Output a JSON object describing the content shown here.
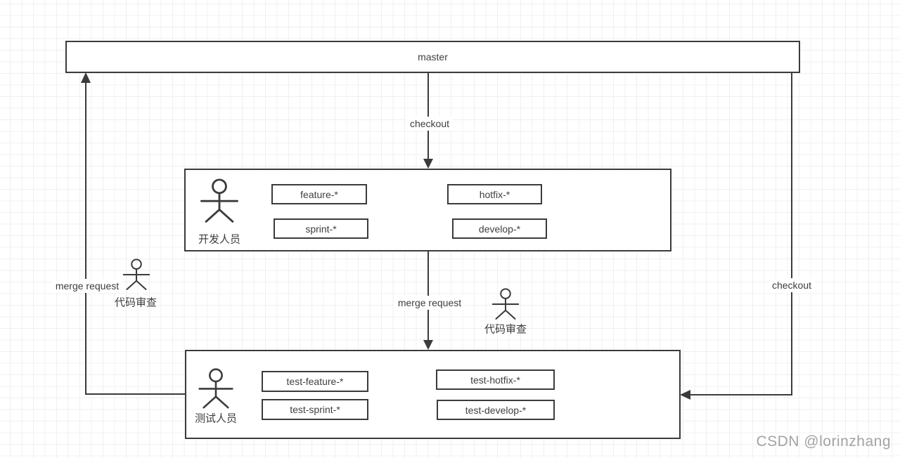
{
  "nodes": {
    "master": "master",
    "dev_actor": "开发人员",
    "test_actor": "测试人员",
    "reviewer_left": "代码审查",
    "reviewer_mid": "代码审查",
    "dev_branches": [
      "feature-*",
      "hotfix-*",
      "sprint-*",
      "develop-*"
    ],
    "test_branches": [
      "test-feature-*",
      "test-hotfix-*",
      "test-sprint-*",
      "test-develop-*"
    ]
  },
  "edges": {
    "checkout_master_to_dev": "checkout",
    "merge_dev_to_test": "merge request",
    "merge_test_to_master": "merge request",
    "checkout_master_to_test": "checkout"
  },
  "watermark": "CSDN @lorinzhang",
  "colors": {
    "line": "#3b3b3b",
    "text": "#3d3d3d",
    "grid": "#f0f0f0",
    "watermark": "#a3a3a3"
  }
}
